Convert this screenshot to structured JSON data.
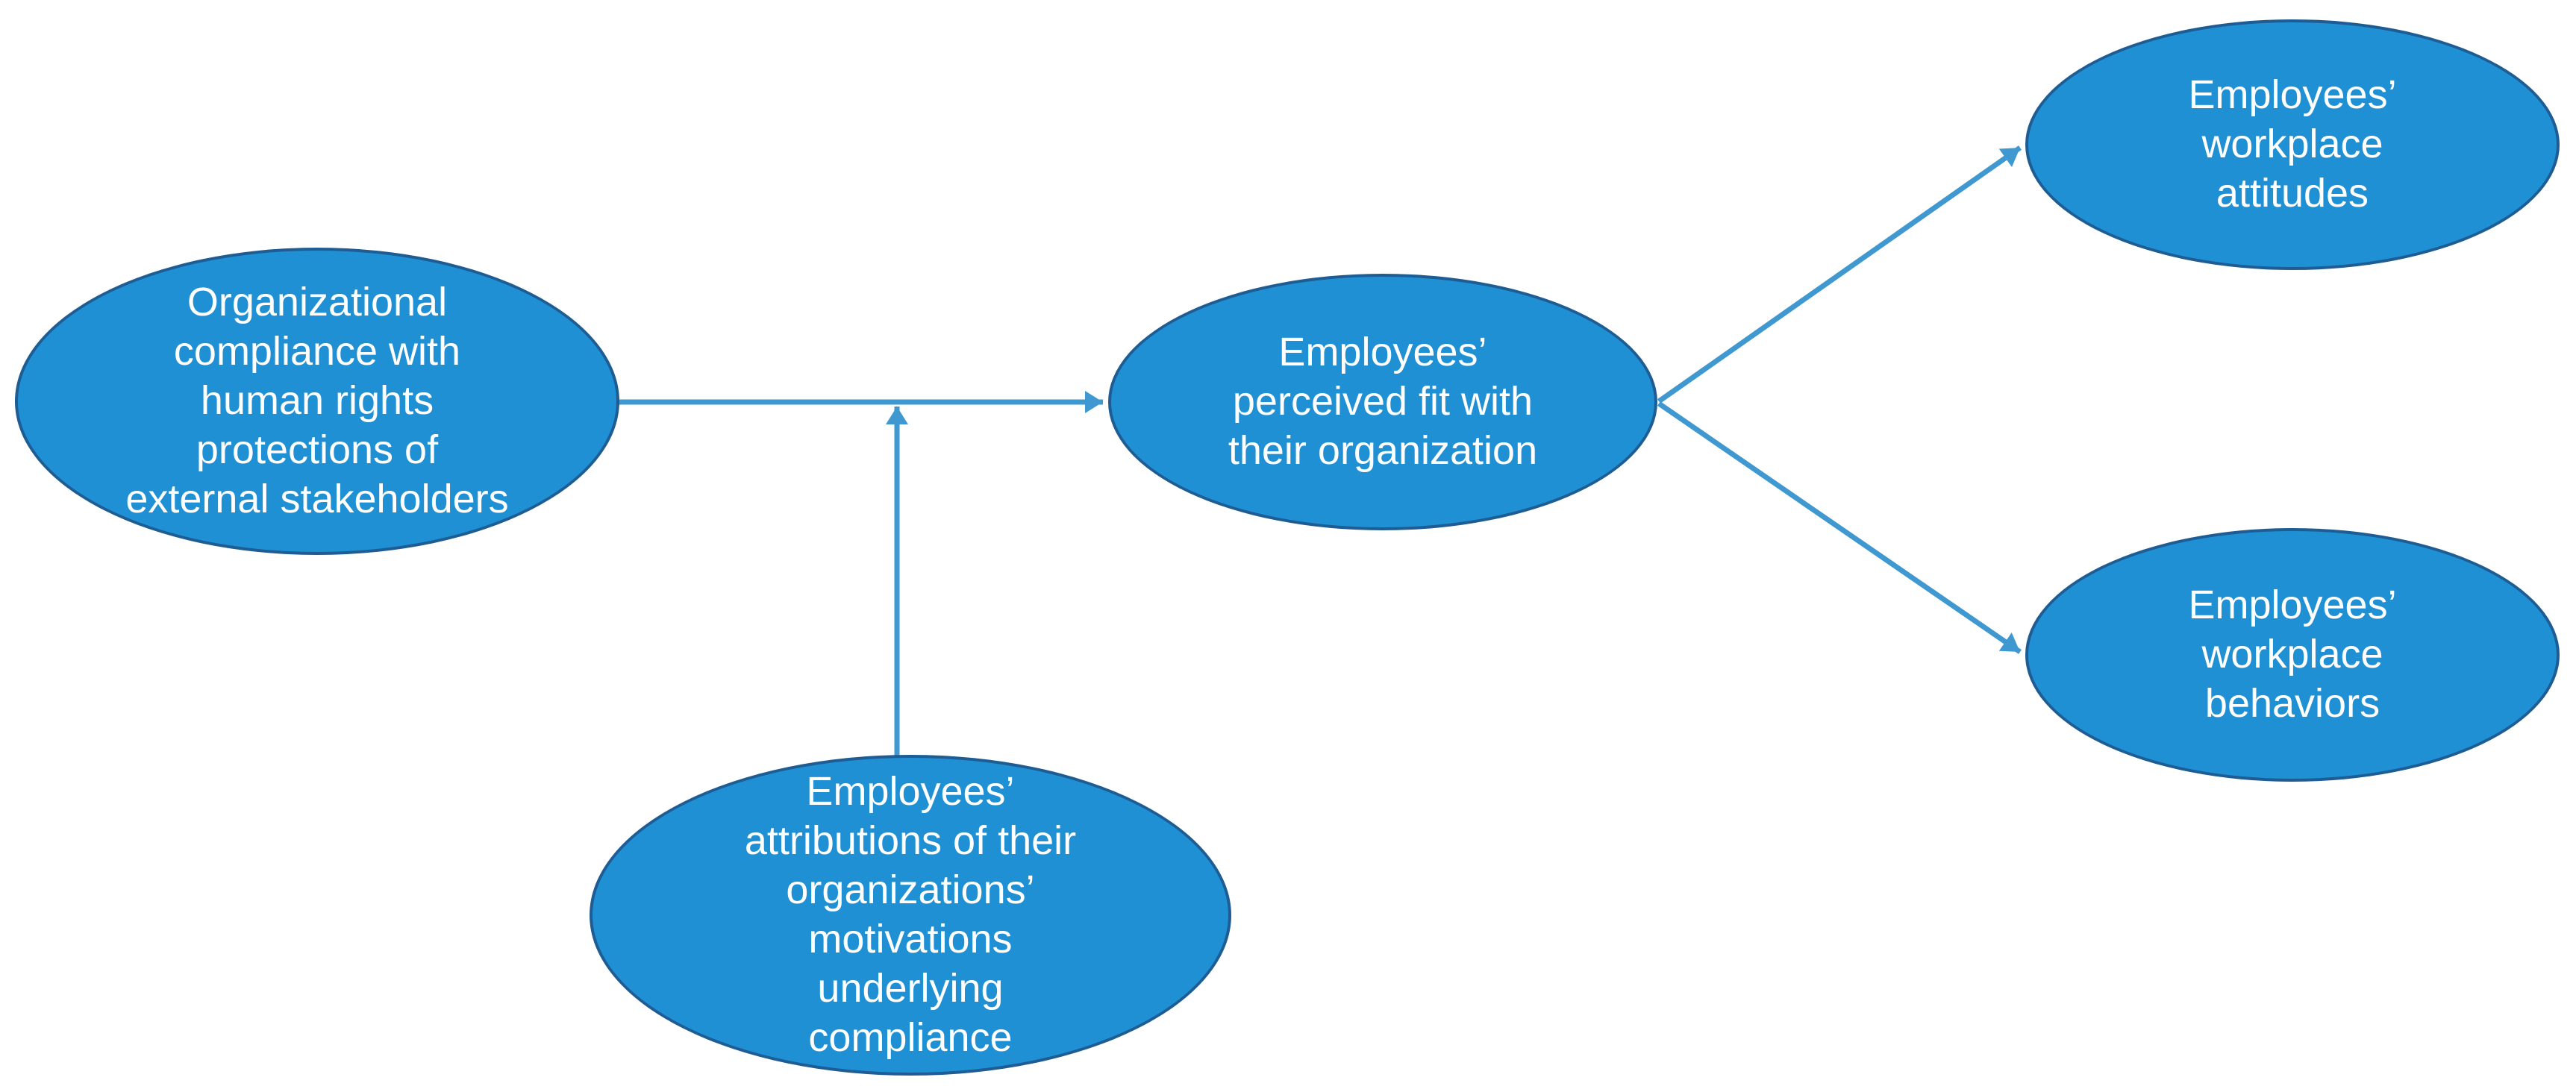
{
  "figure": {
    "type": "path-model-diagram",
    "description": "Conceptual model: organizational compliance with human rights protections leads to employees' perceived fit, moderated by employees' attributions of motivations, with workplace attitudes and behaviors as outcomes"
  },
  "colors": {
    "background": "#ffffff",
    "node_fill": "#2090d5",
    "node_border": "#1e5c94",
    "arrow": "#4098d0",
    "node_text": "#ffffff"
  },
  "nodes": [
    {
      "id": "organizational-compliance",
      "label": "Organizational\ncompliance with\nhuman rights\nprotections of\nexternal stakeholders"
    },
    {
      "id": "attributions",
      "label": "Employees’\nattributions of their\norganizations’\nmotivations\nunderlying\ncompliance"
    },
    {
      "id": "perceived-fit",
      "label": "Employees’\nperceived fit with\ntheir organization"
    },
    {
      "id": "workplace-attitudes",
      "label": "Employees’\nworkplace\nattitudes"
    },
    {
      "id": "workplace-behaviors",
      "label": "Employees’\nworkplace\nbehaviors"
    }
  ],
  "edges": [
    {
      "from": "organizational-compliance",
      "to": "perceived-fit",
      "style": "direct-arrow"
    },
    {
      "from": "attributions",
      "to": "arrow organizational-compliance to perceived-fit",
      "style": "moderation-arrow"
    },
    {
      "from": "perceived-fit",
      "to": "workplace-attitudes",
      "style": "direct-arrow"
    },
    {
      "from": "perceived-fit",
      "to": "workplace-behaviors",
      "style": "direct-arrow"
    }
  ]
}
